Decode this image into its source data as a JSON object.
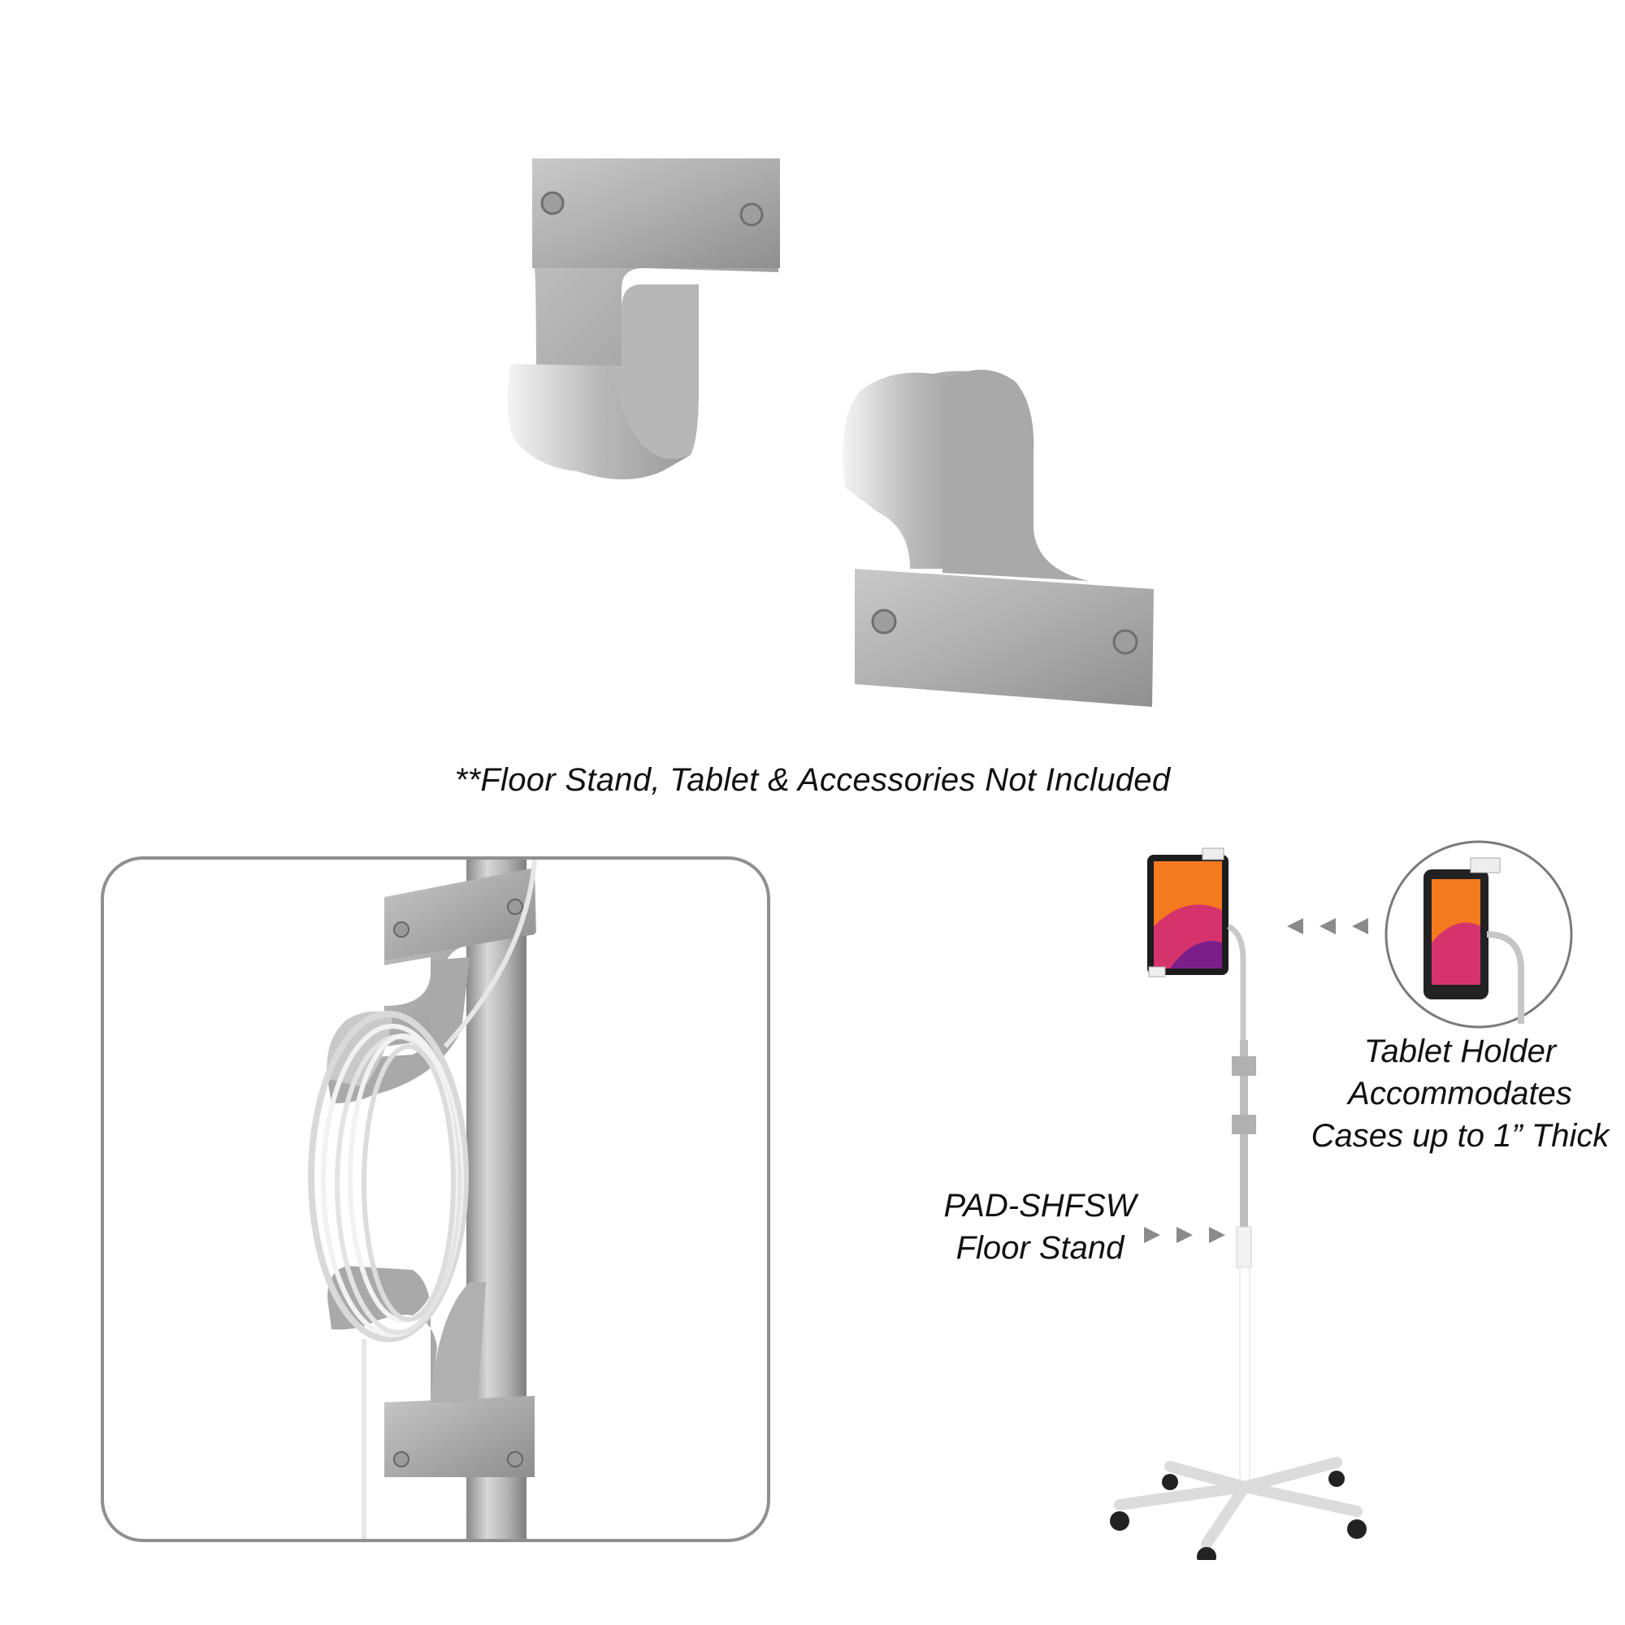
{
  "disclaimer": "**Floor Stand, Tablet & Accessories Not Included",
  "callouts": {
    "tablet_holder": [
      "Tablet Holder",
      "Accommodates",
      "Cases up to 1” Thick"
    ],
    "floor_stand": [
      "PAD-SHFSW",
      "Floor Stand"
    ]
  },
  "colors": {
    "metal": "#b3b3b3",
    "metal_dark": "#8d8d8d",
    "frame": "#8f8f8f",
    "arrow": "#8a8a8a",
    "screen": "#f47a1f"
  }
}
